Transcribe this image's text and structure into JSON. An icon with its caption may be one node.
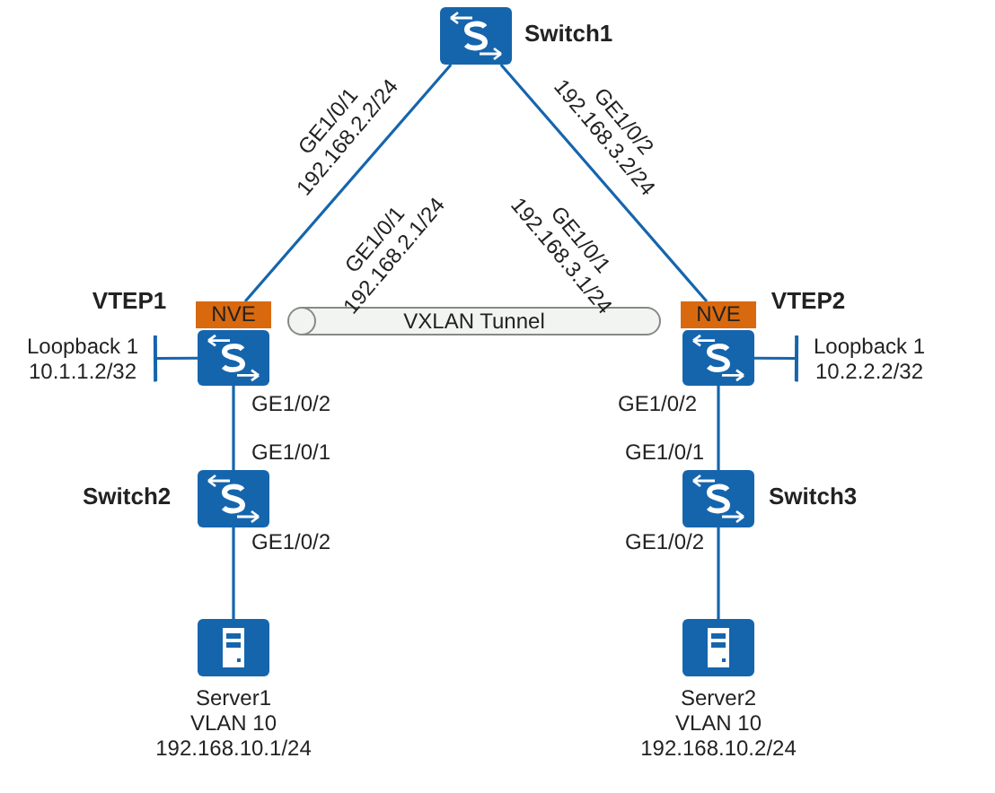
{
  "diagram": {
    "nodes": [
      {
        "text": [],
        "shape": "box",
        "beside": [
          "Switch1"
        ]
      },
      {
        "text": [
          "NVE"
        ]
      },
      {
        "text": [],
        "shape": "box"
      },
      {
        "text": [
          "VXLAN Tunnel"
        ]
      },
      {
        "text": [
          "NVE"
        ]
      },
      {
        "text": [],
        "shape": "box"
      },
      {
        "text": [],
        "shape": "box",
        "beside": [
          "Switch2"
        ]
      },
      {
        "text": [],
        "shape": "box",
        "beside": [
          "Switch3"
        ]
      },
      {
        "text": [],
        "shape": "box",
        "beside": [
          "Server1",
          "VLAN 10",
          "192.168.10.1/24"
        ]
      },
      {
        "text": [],
        "shape": "box",
        "beside": [
          "Server2",
          "VLAN 10",
          "192.168.10.2/24"
        ]
      },
      {
        "text": [
          "Loopback 1 10.1.1.2/32"
        ]
      },
      {
        "text": [
          "Loopback 1 10.2.2.2/32"
        ]
      }
    ],
    "edges": [
      {
        "from": 0,
        "to": 1,
        "arrow": "none"
      },
      {
        "from": 0,
        "to": 4,
        "arrow": "none"
      },
      {
        "from": 2,
        "to": 10,
        "arrow": "other"
      },
      {
        "from": 5,
        "to": 11,
        "arrow": "other"
      },
      {
        "from": 2,
        "to": 6,
        "arrow": "none"
      },
      {
        "from": 5,
        "to": 7,
        "arrow": "none"
      },
      {
        "from": 6,
        "to": 8,
        "arrow": "none"
      },
      {
        "from": 7,
        "to": 9,
        "arrow": "none"
      }
    ],
    "labels": [
      "GE1/0/1 192.168.2.2/24",
      "GE1/0/2 192.168.3.2/24",
      "GE1/0/1 192.168.2.1/24",
      "GE1/0/1 192.168.3.1/24",
      "VTEP1",
      "VTEP2",
      "GE1/0/2",
      "GE1/0/2",
      "GE1/0/1",
      "GE1/0/1",
      "GE1/0/2",
      "GE1/0/2"
    ]
  }
}
